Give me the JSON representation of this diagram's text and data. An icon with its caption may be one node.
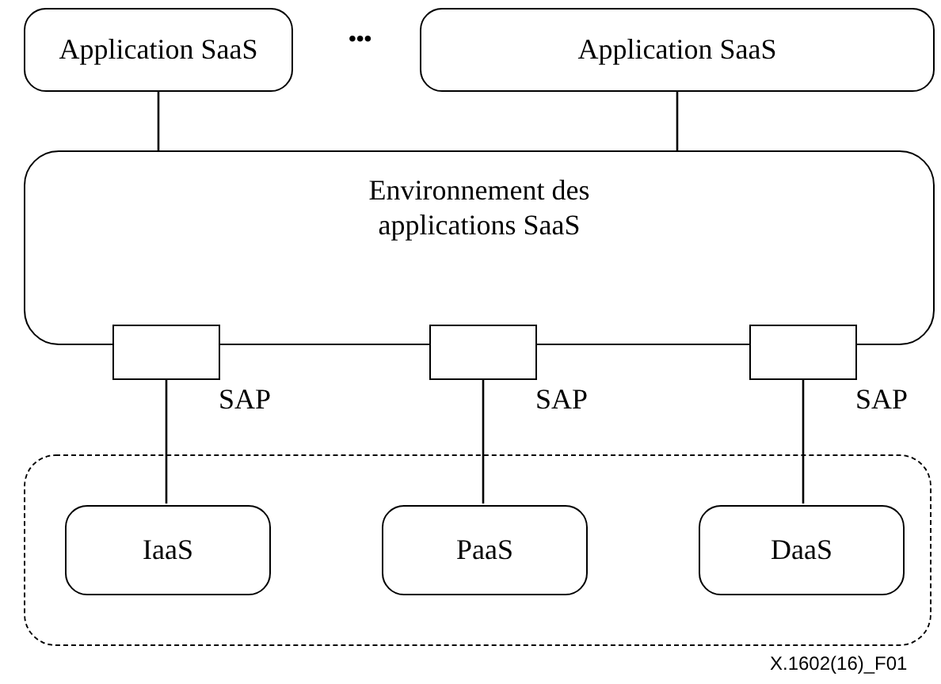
{
  "diagram": {
    "nodes": [
      {
        "text": [
          "Application SaaS"
        ]
      },
      {
        "text": [
          "Application SaaS"
        ]
      },
      {
        "text": [
          "Environnement des applications SaaS"
        ]
      },
      {
        "text": [],
        "shape": "box",
        "beside": [
          "SAP"
        ]
      },
      {
        "text": [],
        "shape": "box",
        "beside": [
          "SAP"
        ]
      },
      {
        "text": [],
        "shape": "box",
        "beside": [
          "SAP"
        ]
      },
      {
        "text": [],
        "shape": "box"
      },
      {
        "text": [
          "IaaS"
        ],
        "in": 6
      },
      {
        "text": [
          "PaaS"
        ],
        "in": 6
      },
      {
        "text": [
          "DaaS"
        ],
        "in": 6
      }
    ],
    "edges": [
      {
        "from": 0,
        "to": 2,
        "arrow": "none"
      },
      {
        "from": 1,
        "to": 2,
        "arrow": "none"
      },
      {
        "from": 3,
        "to": 7,
        "arrow": "none"
      },
      {
        "from": 4,
        "to": 8,
        "arrow": "none"
      },
      {
        "from": 5,
        "to": 9,
        "arrow": "none"
      }
    ],
    "labels": [
      "•••",
      "X.1602(16)_F01"
    ]
  }
}
